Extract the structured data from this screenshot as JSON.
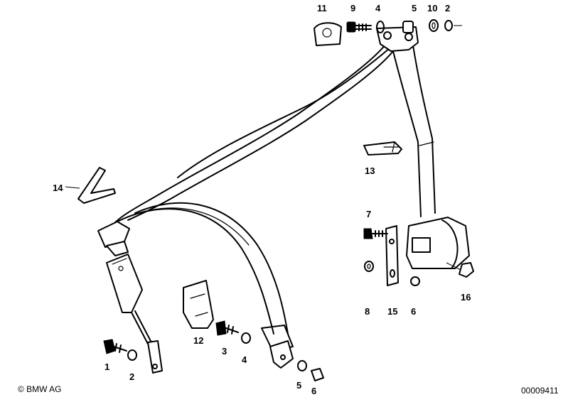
{
  "diagram": {
    "callouts": {
      "c1": "1",
      "c2_bottom": "2",
      "c2_top": "2",
      "c3": "3",
      "c4_top": "4",
      "c4_bottom": "4",
      "c5_top": "5",
      "c5_bottom": "5",
      "c6_bottom": "6",
      "c6_right": "6",
      "c7": "7",
      "c8": "8",
      "c9": "9",
      "c10": "10",
      "c11": "11",
      "c12": "12",
      "c13": "13",
      "c14": "14",
      "c15": "15",
      "c16": "16"
    },
    "copyright": "© BMW AG",
    "image_number": "00009411"
  }
}
